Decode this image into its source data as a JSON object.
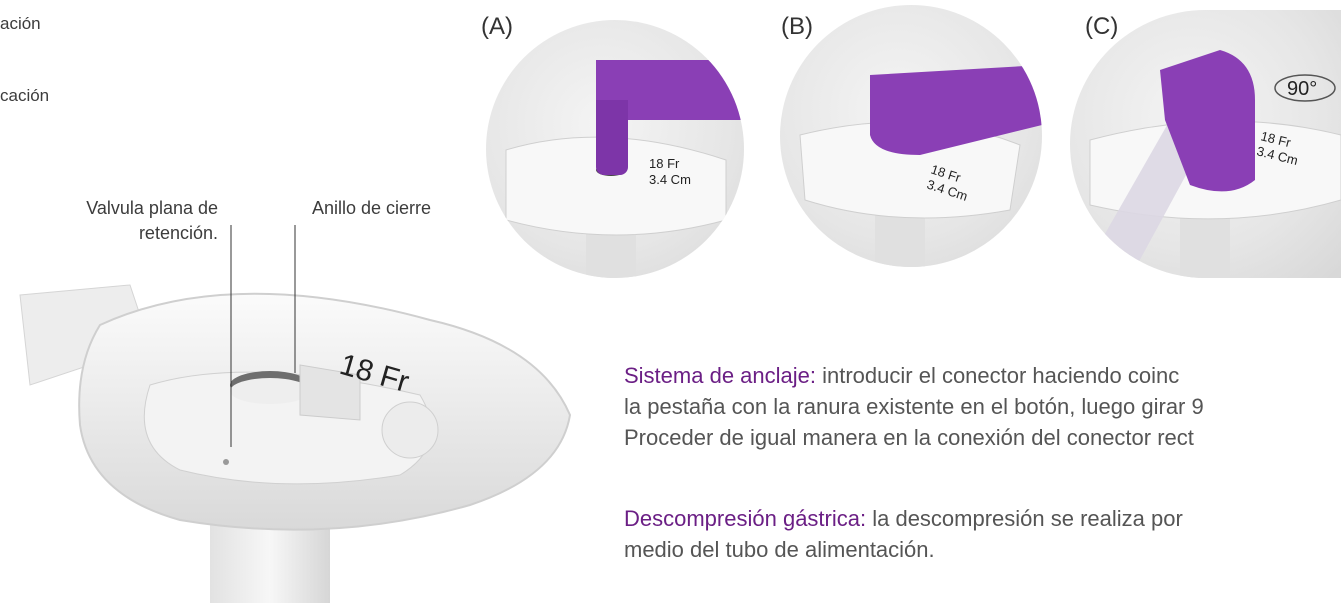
{
  "left_fragments": [
    "ación",
    "cación"
  ],
  "callouts": {
    "valve": [
      "Valvula plana de",
      "retención."
    ],
    "ring": "Anillo de cierre"
  },
  "device_label": "18 Fr",
  "steps": [
    {
      "label": "(A)",
      "size_fr": "18 Fr",
      "size_cm": "3.4 Cm"
    },
    {
      "label": "(B)",
      "size_fr": "18 Fr",
      "size_cm": "3.4 Cm"
    },
    {
      "label": "(C)",
      "size_fr": "18 Fr",
      "size_cm": "3.4 Cm",
      "rotation": "90°"
    }
  ],
  "paragraphs": [
    {
      "heading": "Sistema de anclaje:",
      "lines": [
        " introducir el conector haciendo coinc",
        "la pestaña con la ranura existente en el botón, luego girar 9",
        "Proceder de igual manera en la conexión del conector rect"
      ]
    },
    {
      "heading": "Descompresión gástrica:",
      "lines": [
        " la descompresión se realiza por",
        "medio del tubo de alimentación."
      ]
    }
  ],
  "colors": {
    "connector": "#8a3fb5",
    "heading": "#6b1f85"
  }
}
